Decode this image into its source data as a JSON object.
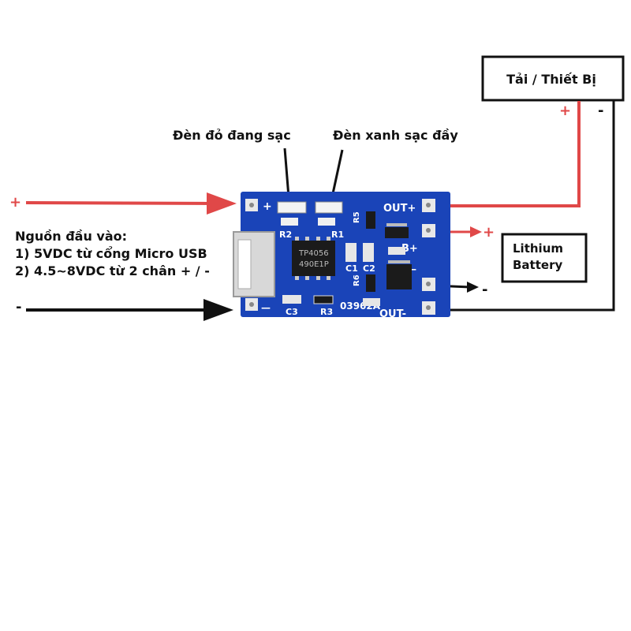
{
  "labels": {
    "load": "Tải / Thiết Bị",
    "load_plus": "+",
    "load_minus": "-",
    "led_red": "Đèn đỏ đang sạc",
    "led_green": "Đèn xanh sạc đầy",
    "input_plus": "+",
    "input_minus": "-",
    "input_title": "Nguồn đầu vào:",
    "input_line1": "1) 5VDC từ cổng Micro USB",
    "input_line2": "2) 4.5~8VDC từ 2 chân + / -",
    "battery_line1": "Lithium",
    "battery_line2": "Battery",
    "battery_plus": "+",
    "battery_minus": "-"
  },
  "board": {
    "pad_plus": "+",
    "pad_minus": "—",
    "out_plus": "OUT+",
    "out_minus": "OUT-",
    "b_plus": "B+",
    "b_minus": "B−",
    "model": "03962A",
    "chip": "TP4056",
    "chip_code": "490E1P",
    "r1": "R1",
    "r2": "R2",
    "r3": "R3",
    "r5": "R5",
    "r6": "R6",
    "c1": "C1",
    "c2": "C2",
    "c3": "C3"
  },
  "colors": {
    "pcb": "#1a44b8",
    "wire_red": "#e04848",
    "wire_black": "#111111",
    "chip": "#1b1b1b"
  }
}
